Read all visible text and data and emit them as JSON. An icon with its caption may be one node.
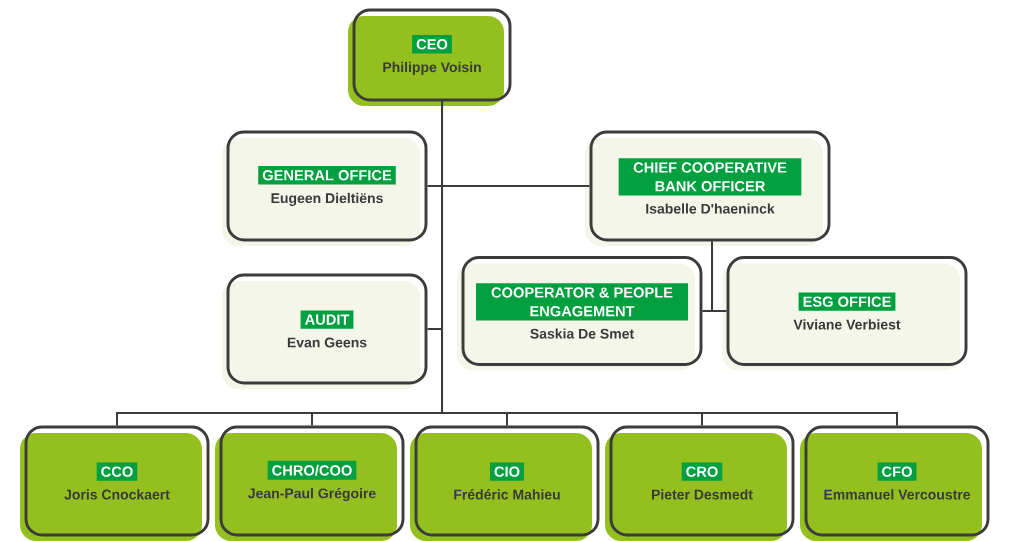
{
  "diagram": {
    "nodes": [
      {
        "text": [
          "CEO",
          "Philippe Voisin"
        ]
      },
      {
        "text": [
          "GENERAL OFFICE",
          "Eugeen Dieltiëns"
        ]
      },
      {
        "text": [
          "CHIEF COOPERATIVE BANK OFFICER",
          "Isabelle D'haeninck"
        ]
      },
      {
        "text": [
          "AUDIT",
          "Evan Geens"
        ]
      },
      {
        "text": [
          "COOPERATOR & PEOPLE ENGAGEMENT",
          "Saskia De Smet"
        ]
      },
      {
        "text": [
          "ESG OFFICE",
          "Viviane Verbiest"
        ]
      },
      {
        "text": [
          "CCO",
          "Joris Cnockaert"
        ]
      },
      {
        "text": [
          "CHRO/COO",
          "Jean-Paul Grégoire"
        ]
      },
      {
        "text": [
          "CIO",
          "Frédéric Mahieu"
        ]
      },
      {
        "text": [
          "CRO",
          "Pieter Desmedt"
        ]
      },
      {
        "text": [
          "CFO",
          "Emmanuel Vercoustre"
        ]
      }
    ],
    "edges": [
      {
        "from": 0,
        "to": 1,
        "arrow": "none"
      },
      {
        "from": 0,
        "to": 2,
        "arrow": "none"
      },
      {
        "from": 0,
        "to": 3,
        "arrow": "none"
      },
      {
        "from": 2,
        "to": 4,
        "arrow": "none"
      },
      {
        "from": 2,
        "to": 5,
        "arrow": "none"
      },
      {
        "from": 0,
        "to": 6,
        "arrow": "none"
      },
      {
        "from": 0,
        "to": 7,
        "arrow": "none"
      },
      {
        "from": 0,
        "to": 8,
        "arrow": "none"
      },
      {
        "from": 0,
        "to": 9,
        "arrow": "none"
      },
      {
        "from": 0,
        "to": 10,
        "arrow": "none"
      }
    ]
  }
}
